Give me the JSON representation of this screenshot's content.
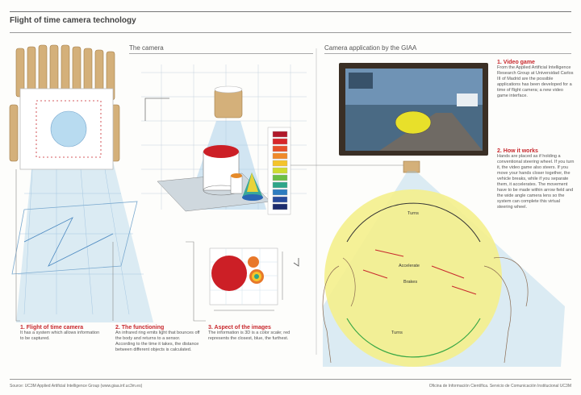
{
  "title": "Flight of time camera technology",
  "sections": {
    "camera": "The camera",
    "application": "Camera application by the GIAA"
  },
  "captions": [
    {
      "title": "1. Flight of time camera",
      "text": "It has a system which allows information to be captured."
    },
    {
      "title": "2. The functioning",
      "text": "An infrared ring emits light that bounces off the body and returns to a sensor. According to the time it takes, the distance between different objects is calculated."
    },
    {
      "title": "3. Aspect of the images",
      "text": "The information is 3D is a color scale; red represents the closest, blue, the furthest."
    }
  ],
  "app_notes": [
    {
      "title": "1. Video game",
      "text": "From the Applied Artificial Intelligence Research Group at Universidad Carlos III of Madrid are the possible applications has been developed for a time of flight camera; a new video game interface."
    },
    {
      "title": "2. How it works",
      "text": "Hands are placed as if holding a conventional steering wheel. If you turn it, the video game also steers. If you move your hands closer together, the vehicle breaks, while if you separate them, it accelerates. The movement have to be made within arrow field and the wide angle camera lens so the system can complete this virtual steering wheel."
    }
  ],
  "wheel_labels": {
    "top": "Turns",
    "accelerate": "Accelerate",
    "brake": "Brakes",
    "bottom": "Turns"
  },
  "footer": {
    "source": "Source: UC3M Applied Artificial Intelligence Group (www.giaa.inf.uc3m.es)",
    "credit": "Oficina de Información Científica. Servicio de Comunicación Institucional UC3M"
  },
  "colors": {
    "accent": "#c8282d",
    "beam": "#9cc8e6",
    "camera_wood": "#d4b07a",
    "wheel_fill": "#f4ef8c"
  }
}
